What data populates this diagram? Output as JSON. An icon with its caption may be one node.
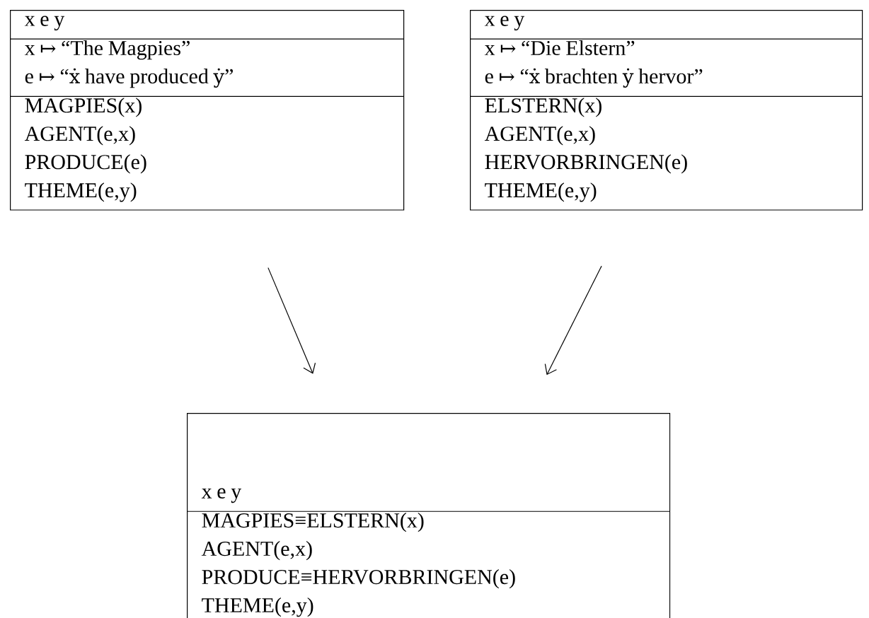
{
  "diagram": {
    "nodes": [
      {
        "text": [
          "x e y",
          "x ↦ “The Magpies”",
          "e ↦ “ẋ have produced ẏ”",
          "MAGPIES(x)",
          "AGENT(e,x)",
          "PRODUCE(e)",
          "THEME(e,y)"
        ]
      },
      {
        "text": [
          "x e y",
          "x ↦ “Die Elstern”",
          "e ↦ “ẋ brachten ẏ hervor”",
          "ELSTERN(x)",
          "AGENT(e,x)",
          "HERVORBRINGEN(e)",
          "THEME(e,y)"
        ]
      },
      {
        "text": [
          "x e y",
          "MAGPIES≡ELSTERN(x)",
          "AGENT(e,x)",
          "PRODUCE≡HERVORBRINGEN(e)",
          "THEME(e,y)"
        ]
      }
    ],
    "edges": [
      {
        "from": 0,
        "to": 2,
        "arrow": "to"
      },
      {
        "from": 1,
        "to": 2,
        "arrow": "to"
      }
    ]
  }
}
